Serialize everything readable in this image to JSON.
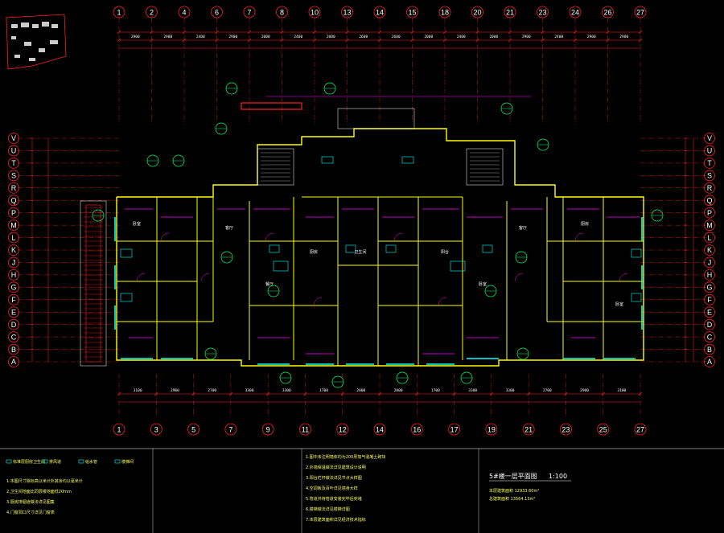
{
  "drawing": {
    "title": "5#楼一层平面图",
    "scale": "1:100",
    "colors": {
      "background": "#000000",
      "axis": "#ff2020",
      "wall": "#ffff00",
      "dimension": "#ff2020",
      "door": "#ff00ff",
      "fixture": "#00ffff",
      "tag": "#00ff66",
      "text": "#ffffff"
    }
  },
  "axes": {
    "top_numbers": [
      "1",
      "2",
      "4",
      "6",
      "7",
      "8",
      "10",
      "13",
      "14",
      "15",
      "18",
      "20",
      "21",
      "23",
      "24",
      "26",
      "27"
    ],
    "bottom_numbers": [
      "1",
      "3",
      "5",
      "7",
      "9",
      "11",
      "12",
      "14",
      "16",
      "17",
      "19",
      "21",
      "23",
      "25",
      "27"
    ],
    "row_letters_left": [
      "V",
      "U",
      "T",
      "S",
      "R",
      "Q",
      "P",
      "M",
      "L",
      "K",
      "J",
      "H",
      "G",
      "F",
      "E",
      "D",
      "C",
      "B",
      "A"
    ],
    "row_letters_right": [
      "V",
      "U",
      "T",
      "S",
      "R",
      "Q",
      "P",
      "M",
      "L",
      "K",
      "J",
      "H",
      "G",
      "F",
      "E",
      "D",
      "C",
      "B",
      "A"
    ]
  },
  "dimensions": {
    "top_span": [
      "2900",
      "2900",
      "2400",
      "2900",
      "2000",
      "2400",
      "2000",
      "2600",
      "2600",
      "2000",
      "2400",
      "2000",
      "2900",
      "2400",
      "2900",
      "2900"
    ],
    "bottom_span": [
      "3100",
      "2900",
      "2700",
      "3300",
      "3300",
      "1700",
      "2000",
      "2000",
      "1700",
      "3300",
      "3300",
      "2700",
      "2900",
      "3100"
    ]
  },
  "rooms": [
    {
      "label": "卧室"
    },
    {
      "label": "客厅"
    },
    {
      "label": "餐厅"
    },
    {
      "label": "厨房"
    },
    {
      "label": "卫生间"
    },
    {
      "label": "阳台"
    },
    {
      "label": "卧室"
    },
    {
      "label": "客厅"
    },
    {
      "label": "厨房"
    },
    {
      "label": "卧室"
    }
  ],
  "notes": {
    "legend": [
      "标准层厨房卫生间",
      "排风道",
      "给水管",
      "楼梯间"
    ],
    "left_lines": [
      "1.本图尺寸除标高以米计外其余均以毫米计",
      "2.卫生间地面比同层楼地面低20mm",
      "3.厨房排烟道做法详见图集",
      "4.门窗洞口尺寸详见门窗表"
    ],
    "right_lines": [
      "1.图中未注明墙体均为200厚加气混凝土砌块",
      "2.外墙保温做法详见建筑设计说明",
      "3.阳台栏杆做法详见节点大样图",
      "4.空调板及百叶详见墙身大样",
      "5.管道井待管道安装完毕后封堵",
      "6.楼梯做法详见楼梯详图",
      "7.本层建筑面积详见经济技术指标"
    ],
    "area_lines": [
      "本层建筑面积 12933.60m²",
      "总建筑面积 13564.13m²"
    ]
  }
}
